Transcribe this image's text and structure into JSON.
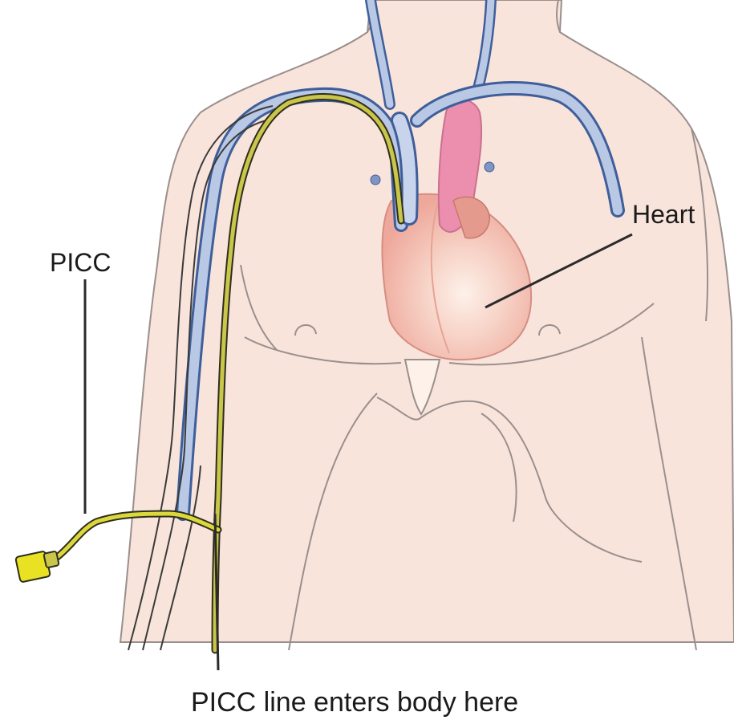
{
  "labels": {
    "picc": "PICC",
    "heart": "Heart",
    "entry": "PICC line enters body here"
  },
  "colors": {
    "skin": "#f9e4dc",
    "skin_outline": "#9a8f8c",
    "vein_fill": "#b9c8e4",
    "vein_outline": "#3f5f9a",
    "heart": "#f2b9ae",
    "heart_highlight": "#fbe9df",
    "aorta_pink": "#ec8fae",
    "catheter": "#c9c64a",
    "catheter_dark": "#2e2e1e",
    "hub": "#e8e222",
    "leader_line": "#2b2b2b"
  }
}
